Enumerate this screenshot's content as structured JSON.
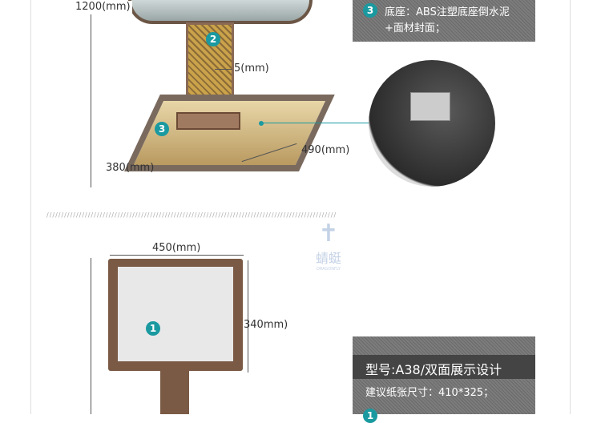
{
  "top": {
    "height_label": "1200(mm)",
    "pillar_label": "5(mm)",
    "width_label": "490(mm)",
    "depth_label": "380(mm)",
    "badge2": "2",
    "badge3": "3"
  },
  "spec_top": {
    "badge": "3",
    "line1": "底座：ABS注塑底座倒水泥",
    "line2": "+面材封面；"
  },
  "separator": "//////////////////////////////////////////////////////////////////////////////////////////////////",
  "watermark": {
    "text": "蜻蜓",
    "sub": "DRAGONFLY"
  },
  "bottom": {
    "width_label": "450(mm)",
    "height_label": "340mm)",
    "badge1": "1"
  },
  "spec_bottom": {
    "title": "型号:A38/双面展示设计",
    "paper": "建议纸张尺寸：410*325；",
    "badge": "1"
  },
  "colors": {
    "accent": "#1a9aa0",
    "frame": "#7a5a45"
  }
}
